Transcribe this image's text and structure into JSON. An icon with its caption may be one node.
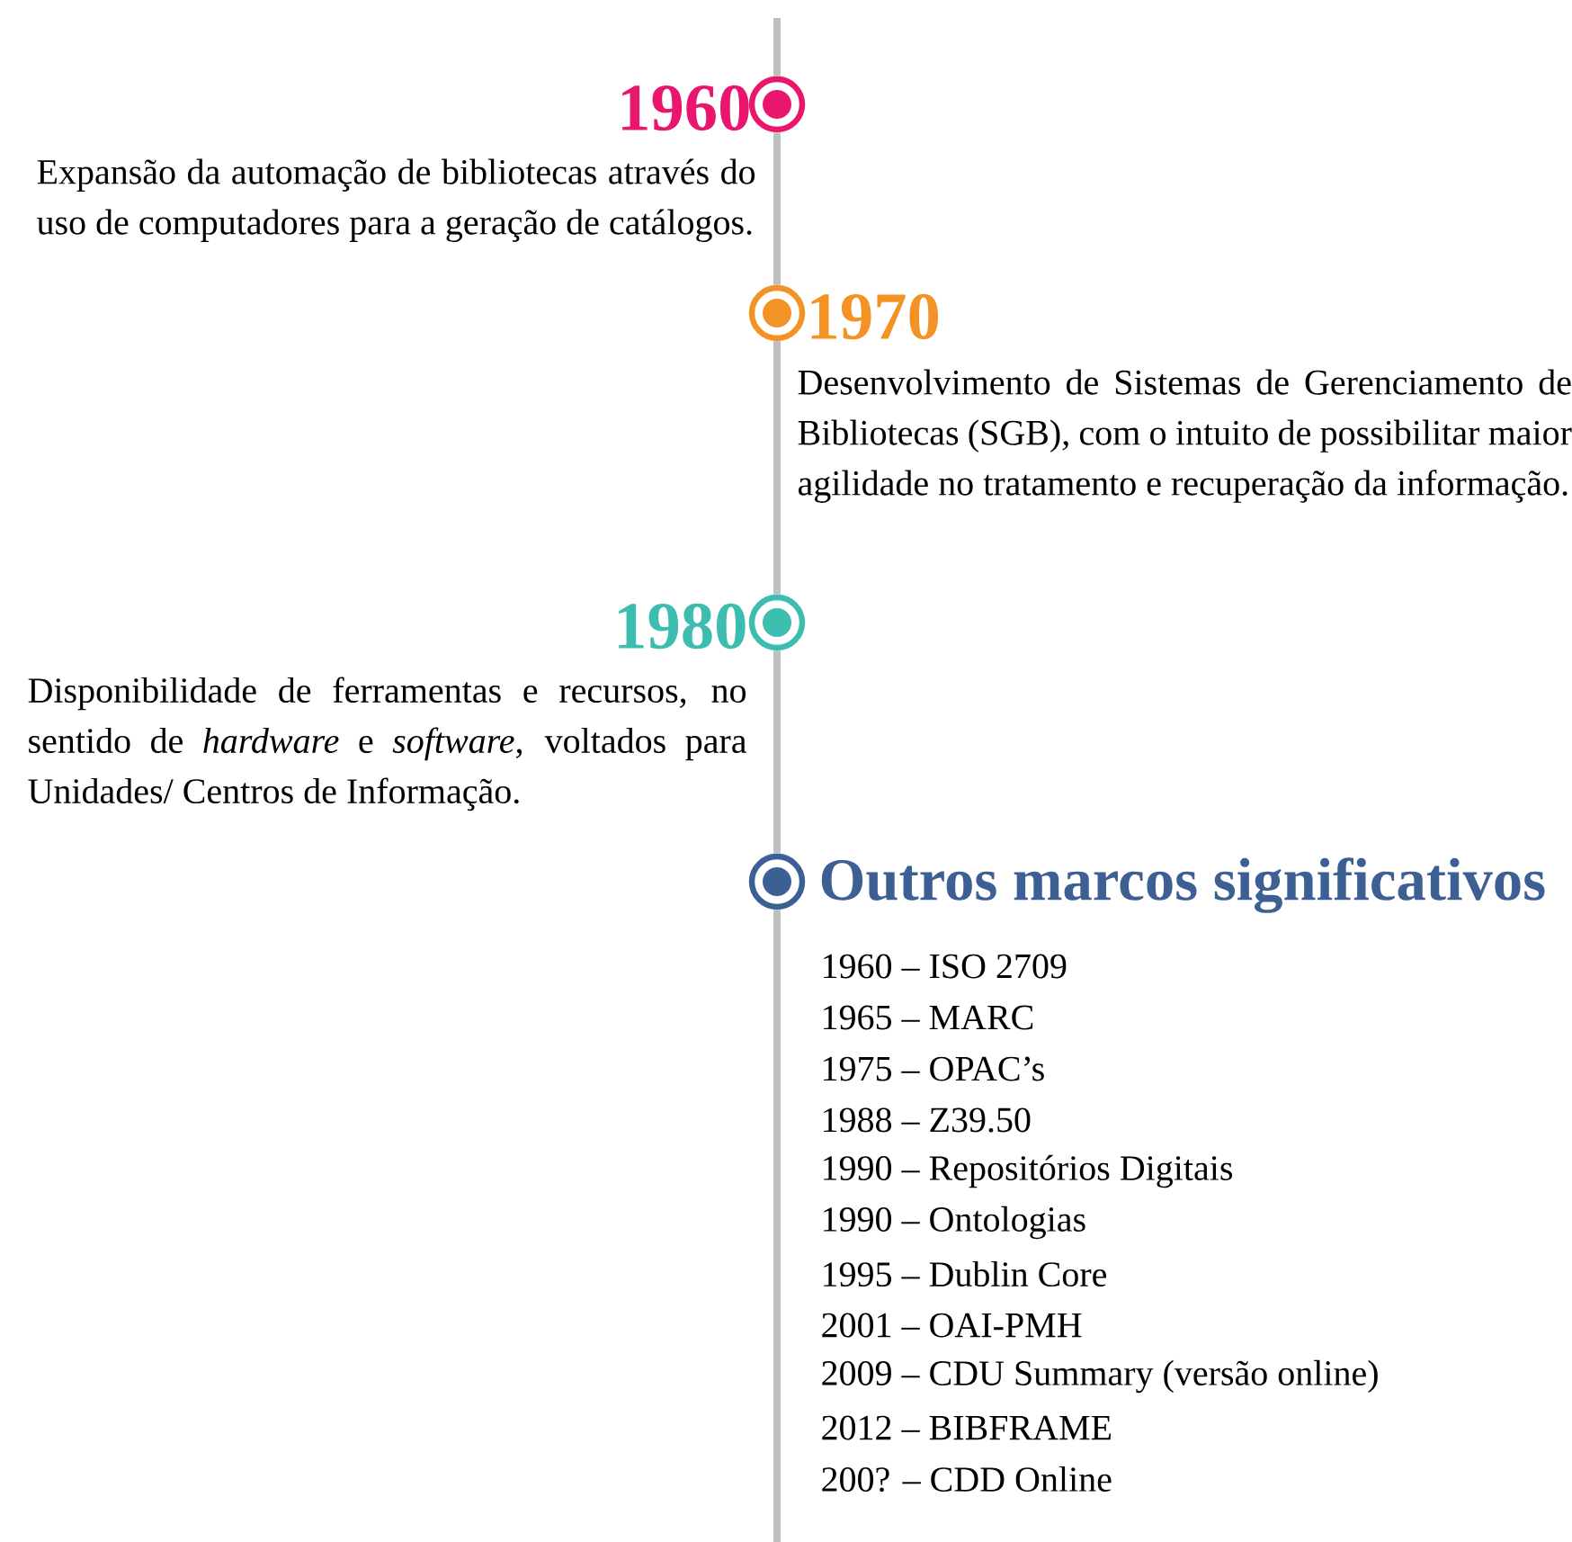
{
  "diagram": {
    "nodes": [
      {
        "text": [],
        "shape": "circle",
        "beside": [
          "1960",
          "Expansão da automação de bibliotecas através do uso de computadores para a geração de catálogos."
        ]
      },
      {
        "text": [],
        "shape": "circle",
        "beside": [
          "1970",
          "Desenvolvimento de Sistemas de Gerenciamento de Bibliotecas (SGB), com o intuito de possibilitar maior agilidade no tratamento e recuperação da informação."
        ]
      },
      {
        "text": [],
        "shape": "circle",
        "beside": [
          "1980",
          "Disponibilidade de ferramentas e recursos, no sentido de *hardware* e *software*, voltados para Unidades/ Centros de Informação."
        ]
      },
      {
        "text": [],
        "shape": "circle",
        "beside": [
          "Outros marcos significativos",
          "1960 – ISO 2709",
          "1965 – MARC",
          "1975 – OPAC’s",
          "1988 – Z39.50",
          "1990 – Repositórios Digitais",
          "1990 – Ontologias",
          "1995 – Dublin Core",
          "2001 – OAI-PMH",
          "2009 – CDU Summary (versão online)",
          "2012 – BIBFRAME",
          "200? – CDD Online"
        ]
      }
    ],
    "edges": [
      {
        "from": null,
        "to": 0,
        "arrow": "none"
      },
      {
        "from": 0,
        "to": 1,
        "arrow": "none"
      },
      {
        "from": 1,
        "to": 2,
        "arrow": "none"
      },
      {
        "from": 2,
        "to": 3,
        "arrow": "none"
      },
      {
        "from": 3,
        "to": null,
        "arrow": "none"
      }
    ]
  }
}
